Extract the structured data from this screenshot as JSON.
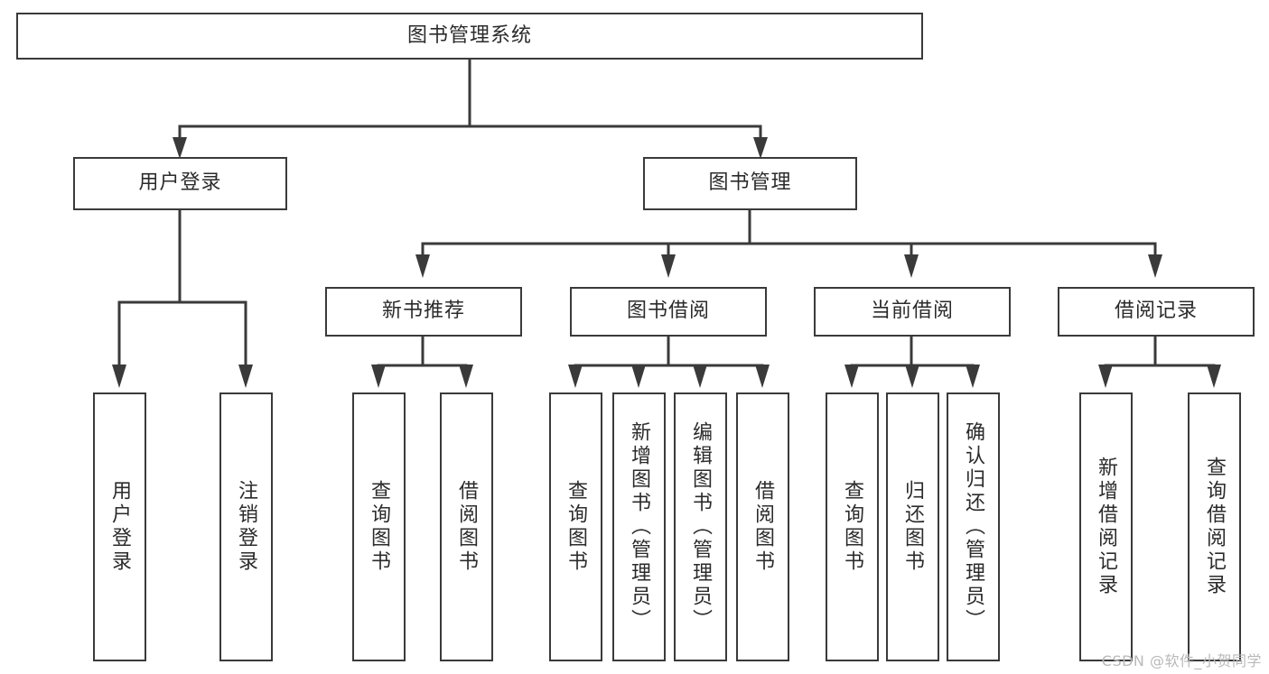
{
  "diagram": {
    "title": "图书管理系统",
    "type": "tree-hierarchy",
    "watermark": "CSDN @软件_小贺同学",
    "colors": {
      "stroke": "#3a3a3a",
      "fill": "#ffffff",
      "text": "#2b2b2b",
      "watermark": "#b9b9b9"
    },
    "root": {
      "id": "root",
      "label": "图书管理系统"
    },
    "level2": [
      {
        "id": "user-login",
        "label": "用户登录"
      },
      {
        "id": "book-manage",
        "label": "图书管理"
      }
    ],
    "level3": [
      {
        "id": "new-book-recommend",
        "label": "新书推荐",
        "parent": "book-manage"
      },
      {
        "id": "book-borrow",
        "label": "图书借阅",
        "parent": "book-manage"
      },
      {
        "id": "current-borrow",
        "label": "当前借阅",
        "parent": "book-manage"
      },
      {
        "id": "borrow-record",
        "label": "借阅记录",
        "parent": "book-manage"
      }
    ],
    "leaves": [
      {
        "id": "leaf-user-login",
        "label": "用户登录",
        "parent": "user-login"
      },
      {
        "id": "leaf-user-logout",
        "label": "注销登录",
        "parent": "user-login"
      },
      {
        "id": "leaf-query-book-rec",
        "label": "查询图书",
        "parent": "new-book-recommend"
      },
      {
        "id": "leaf-borrow-book-rec",
        "label": "借阅图书",
        "parent": "new-book-recommend"
      },
      {
        "id": "leaf-query-book-borrow",
        "label": "查询图书",
        "parent": "book-borrow"
      },
      {
        "id": "leaf-add-book",
        "label": "新增图书（管理员）",
        "parent": "book-borrow"
      },
      {
        "id": "leaf-edit-book",
        "label": "编辑图书（管理员）",
        "parent": "book-borrow"
      },
      {
        "id": "leaf-borrow-book",
        "label": "借阅图书",
        "parent": "book-borrow"
      },
      {
        "id": "leaf-query-book-cur",
        "label": "查询图书",
        "parent": "current-borrow"
      },
      {
        "id": "leaf-return-book",
        "label": "归还图书",
        "parent": "current-borrow"
      },
      {
        "id": "leaf-confirm-return",
        "label": "确认归还（管理员）",
        "parent": "current-borrow"
      },
      {
        "id": "leaf-add-record",
        "label": "新增借阅记录",
        "parent": "borrow-record"
      },
      {
        "id": "leaf-query-record",
        "label": "查询借阅记录",
        "parent": "borrow-record"
      }
    ]
  }
}
